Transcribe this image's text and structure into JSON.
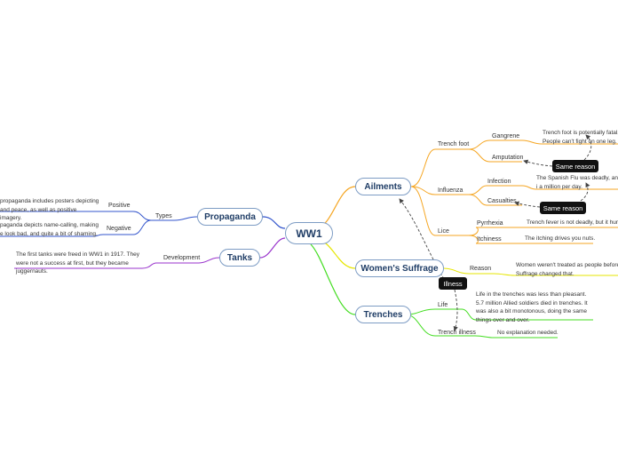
{
  "central": "WW1",
  "topics": {
    "ailments": "Ailments",
    "womens_suffrage": "Women's Suffrage",
    "trenches": "Trenches",
    "propaganda": "Propaganda",
    "tanks": "Tanks"
  },
  "ailments": {
    "trench_foot": {
      "label": "Trench foot",
      "gangrene": "Gangrene",
      "amputation": "Amputation",
      "note": "Trench foot is potentially fatal, People can't fight on one leg."
    },
    "influenza": {
      "label": "Influenza",
      "infection": "Infection",
      "infection_note": "The Spanish Flu was deadly, and i a million per day.",
      "casualties": "Casualties"
    },
    "lice": {
      "label": "Lice",
      "pyrrhexia": "Pyrrhexia",
      "pyrrhexia_note": "Trench fever is not deadly, but it hurt",
      "itchiness": "Itchiness",
      "itchiness_note": "The itching drives you nuts."
    }
  },
  "suffrage": {
    "reason": "Reason",
    "reason_note": "Women weren't treated as people before Suffrage changed that."
  },
  "trenches": {
    "life": "Life",
    "life_note": "Life in the trenches was less than pleasant. 5.7 million Allied soldiers died in trenches. It was also a bit monotonous, doing the same things over and over.",
    "trench_illness": "Trench illness",
    "trench_illness_note": "No explanation needed."
  },
  "propaganda": {
    "types": "Types",
    "positive": "Positive",
    "positive_note": "propaganda includes posters depicting and peace, as well as positive imagery.",
    "negative": "Negative",
    "negative_note": "paganda depicts name-calling, making e look bad, and quite a bit of shaming."
  },
  "tanks": {
    "development": "Development",
    "development_note": "The first tanks were freed in WW1 in 1917. They were not a success at first, but they became juggernauts."
  },
  "relationships": {
    "same_reason_1": "Same reason",
    "same_reason_2": "Same reason",
    "illness": "Illness"
  },
  "colors": {
    "ailments_branch": "#f5a623",
    "suffrage_branch": "#e6e600",
    "trenches_branch": "#44dd22",
    "propaganda_branch": "#3355cc",
    "tanks_branch": "#9933cc",
    "node_border": "#7d9cc4",
    "node_text": "#1f3d66"
  }
}
